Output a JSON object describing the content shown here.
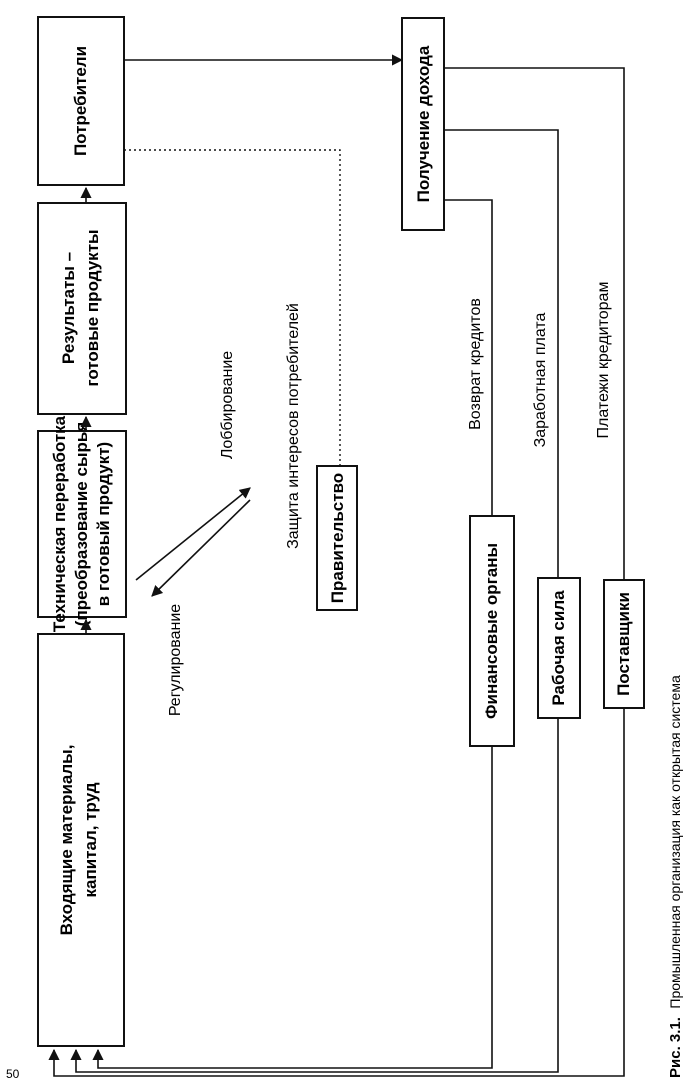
{
  "nodes": {
    "inputs_line1": "Входящие материалы,",
    "inputs_line2": "капитал, труд",
    "processing_line1": "Техническая переработка",
    "processing_line2": "(преобразование сырья",
    "processing_line3": "в готовый продукт)",
    "results_line1": "Результаты –",
    "results_line2": "готовые продукты",
    "consumers": "Потребители",
    "income": "Получение дохода",
    "government": "Правительство",
    "finance": "Финансовые органы",
    "labor": "Рабочая сила",
    "suppliers": "Поставщики"
  },
  "flow_labels": {
    "regulation": "Регулирование",
    "lobbying": "Лоббирование",
    "consumer_protection": "Защита интересов потребителей",
    "loan_repayment": "Возврат кредитов",
    "wages": "Заработная плата",
    "creditor_payments": "Платежи кредиторам"
  },
  "caption": {
    "label": "Рис. 3.1.",
    "text": "Промышленная организация как открытая система"
  },
  "page_number": "50"
}
